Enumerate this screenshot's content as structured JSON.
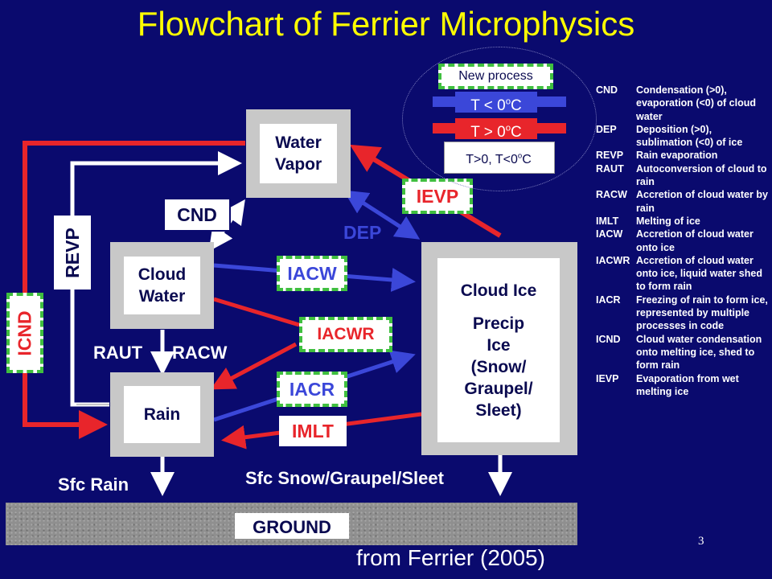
{
  "title": "Flowchart of Ferrier Microphysics",
  "boxes": {
    "water_vapor": [
      "Water",
      "Vapor"
    ],
    "cloud_water": [
      "Cloud",
      "Water"
    ],
    "rain": "Rain",
    "cloud_ice": [
      "Cloud Ice",
      "",
      "Precip",
      "Ice",
      "(Snow/",
      "Graupel/",
      "Sleet)"
    ]
  },
  "process_labels": {
    "cnd": "CND",
    "revp": "REVP",
    "icnd": "ICND",
    "dep": "DEP",
    "ievp": "IEVP",
    "iacw": "IACW",
    "iacwr": "IACWR",
    "iacr": "IACR",
    "imlt": "IMLT",
    "raut": "RAUT",
    "racw": "RACW"
  },
  "surface_labels": {
    "sfc_rain": "Sfc Rain",
    "sfc_snow": "Sfc Snow/Graupel/Sleet",
    "ground": "GROUND"
  },
  "legend": {
    "new_process": "New process",
    "cold": "T < 0oC",
    "warm": "T > 0oC",
    "mixed": "T>0, T<0oC"
  },
  "glossary": [
    {
      "abbr": "CND",
      "desc": "Condensation (>0), evaporation (<0) of cloud water"
    },
    {
      "abbr": "DEP",
      "desc": "Deposition (>0), sublimation (<0) of ice"
    },
    {
      "abbr": "REVP",
      "desc": "Rain evaporation"
    },
    {
      "abbr": "RAUT",
      "desc": "Autoconversion of cloud to rain"
    },
    {
      "abbr": "RACW",
      "desc": "Accretion of cloud water by rain"
    },
    {
      "abbr": "IMLT",
      "desc": "Melting of ice"
    },
    {
      "abbr": "IACW",
      "desc": "Accretion of cloud water onto ice"
    },
    {
      "abbr": "IACWR",
      "desc": "Accretion of cloud water onto ice, liquid water shed to form rain"
    },
    {
      "abbr": "IACR",
      "desc": "Freezing of rain to form ice, represented by multiple processes in code"
    },
    {
      "abbr": "ICND",
      "desc": "Cloud water condensation onto melting ice, shed to form rain"
    },
    {
      "abbr": "IEVP",
      "desc": "Evaporation from wet melting ice"
    }
  ],
  "source": "from Ferrier (2005)",
  "page_number": "3",
  "colors": {
    "background": "#0a0a6e",
    "title": "#ffff00",
    "cold_blue": "#3b47d9",
    "warm_red": "#e8252b",
    "new_process_green": "#3fbf3f"
  }
}
